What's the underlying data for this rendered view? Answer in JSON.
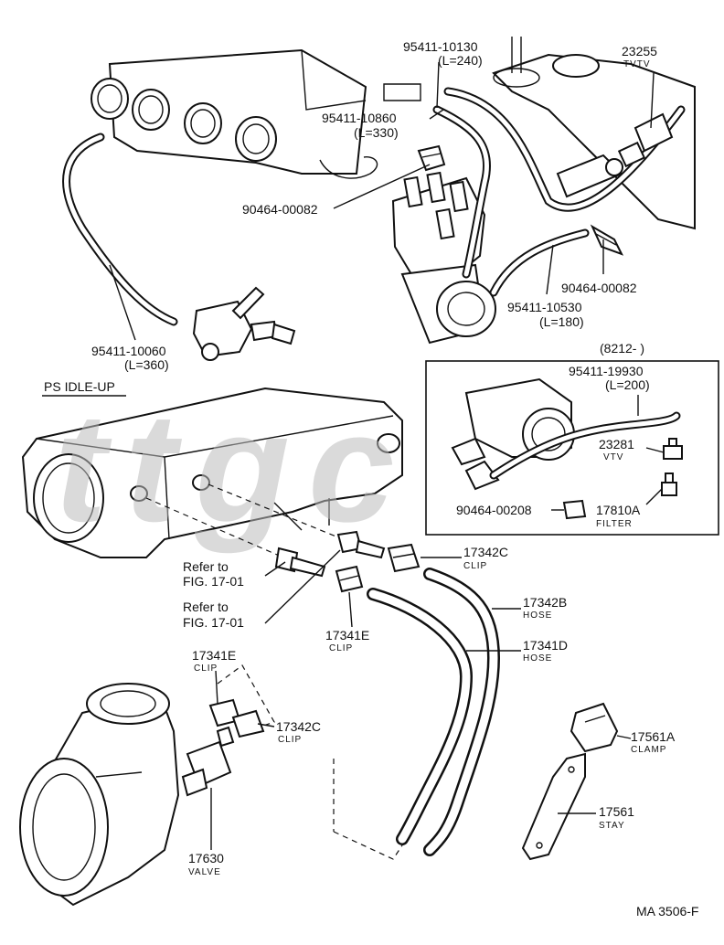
{
  "labels": {
    "p95411_10130": "95411-10130",
    "p95411_10130_len": "(L=240)",
    "p23255": "23255",
    "p23255_sub": "TVTV",
    "p95411_10860": "95411-10860",
    "p95411_10860_len": "(L=330)",
    "p90464_00082_a": "90464-00082",
    "p90464_00082_b": "90464-00082",
    "p95411_10530": "95411-10530",
    "p95411_10530_len": "(L=180)",
    "p95411_10060": "95411-10060",
    "p95411_10060_len": "(L=360)",
    "ps_idle_up": "PS IDLE-UP",
    "inset_range": "(8212-        )",
    "p95411_19930": "95411-19930",
    "p95411_19930_len": "(L=200)",
    "p23281": "23281",
    "p23281_sub": "VTV",
    "p90464_00208": "90464-00208",
    "p17810A": "17810A",
    "p17810A_sub": "FILTER",
    "p17342C_a": "17342C",
    "p17342C_a_sub": "CLIP",
    "refer_1_line1": "Refer to",
    "refer_1_line2": "FIG. 17-01",
    "refer_2_line1": "Refer to",
    "refer_2_line2": "FIG. 17-01",
    "p17342B": "17342B",
    "p17342B_sub": "HOSE",
    "p17341D": "17341D",
    "p17341D_sub": "HOSE",
    "p17341E_a": "17341E",
    "p17341E_a_sub": "CLIP",
    "p17341E_b": "17341E",
    "p17341E_b_sub": "CLIP",
    "p17342C_b": "17342C",
    "p17342C_b_sub": "CLIP",
    "p17561A": "17561A",
    "p17561A_sub": "CLAMP",
    "p17561": "17561",
    "p17561_sub": "STAY",
    "p17630": "17630",
    "p17630_sub": "VALVE",
    "fig_code": "MA 3506-F"
  },
  "watermark_text": "ttgc"
}
